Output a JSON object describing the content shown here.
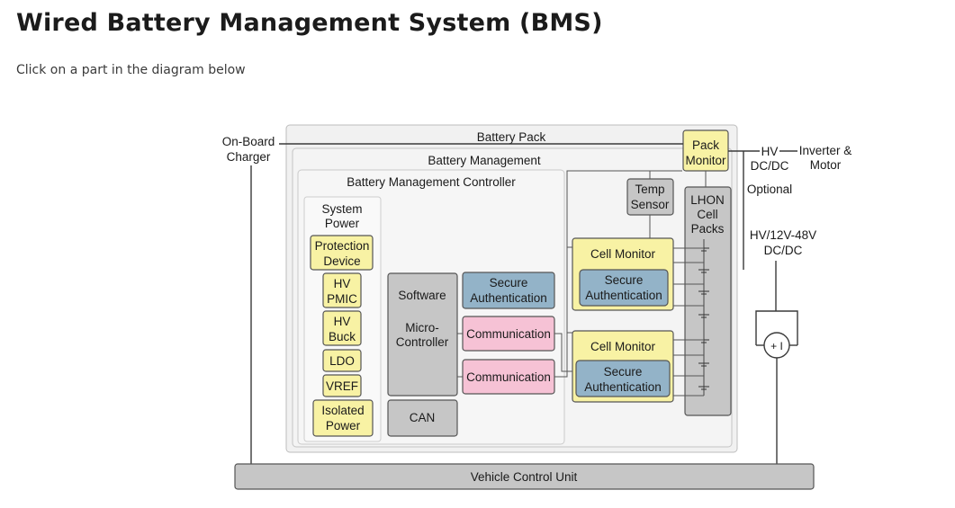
{
  "page": {
    "title": "Wired Battery Management System (BMS)",
    "instruction": "Click on a part in the diagram below"
  },
  "colors": {
    "yellow": "#f8f2a4",
    "blue": "#93b3c8",
    "pink": "#f6c2d5",
    "gray": "#c6c6c6",
    "container": "#ececec",
    "container_light": "#f4f4f4",
    "border": "#555555"
  },
  "diagram": {
    "battery_pack": "Battery Pack",
    "battery_management": "Battery Management",
    "bmc": "Battery Management Controller",
    "system_power": [
      "System",
      "Power"
    ],
    "protection_device": [
      "Protection",
      "Device"
    ],
    "hv_pmic": [
      "HV",
      "PMIC"
    ],
    "hv_buck": [
      "HV",
      "Buck"
    ],
    "ldo": "LDO",
    "vref": "VREF",
    "isolated_power": [
      "Isolated",
      "Power"
    ],
    "software": "Software",
    "micro_controller": [
      "Micro-",
      "Controller"
    ],
    "can": "CAN",
    "secure_auth_mcu": [
      "Secure",
      "Authentication"
    ],
    "communication_1": "Communication",
    "communication_2": "Communication",
    "temp_sensor": [
      "Temp",
      "Sensor"
    ],
    "lhon_cell_packs": [
      "LHON",
      "Cell",
      "Packs"
    ],
    "cell_monitor_1": "Cell Monitor",
    "secure_auth_1": [
      "Secure",
      "Authentication"
    ],
    "cell_monitor_2": "Cell Monitor",
    "secure_auth_2": [
      "Secure",
      "Authentication"
    ],
    "pack_monitor": [
      "Pack",
      "Monitor"
    ],
    "on_board_charger": [
      "On-Board",
      "Charger"
    ],
    "hv_dcdc": [
      "HV",
      "DC/DC"
    ],
    "inverter_motor": [
      "Inverter &",
      "Motor"
    ],
    "optional": "Optional",
    "hv_12v_48v": [
      "HV/12V-48V",
      "DC/DC"
    ],
    "plus_minus": "+ I",
    "vehicle_control_unit": "Vehicle Control Unit"
  }
}
